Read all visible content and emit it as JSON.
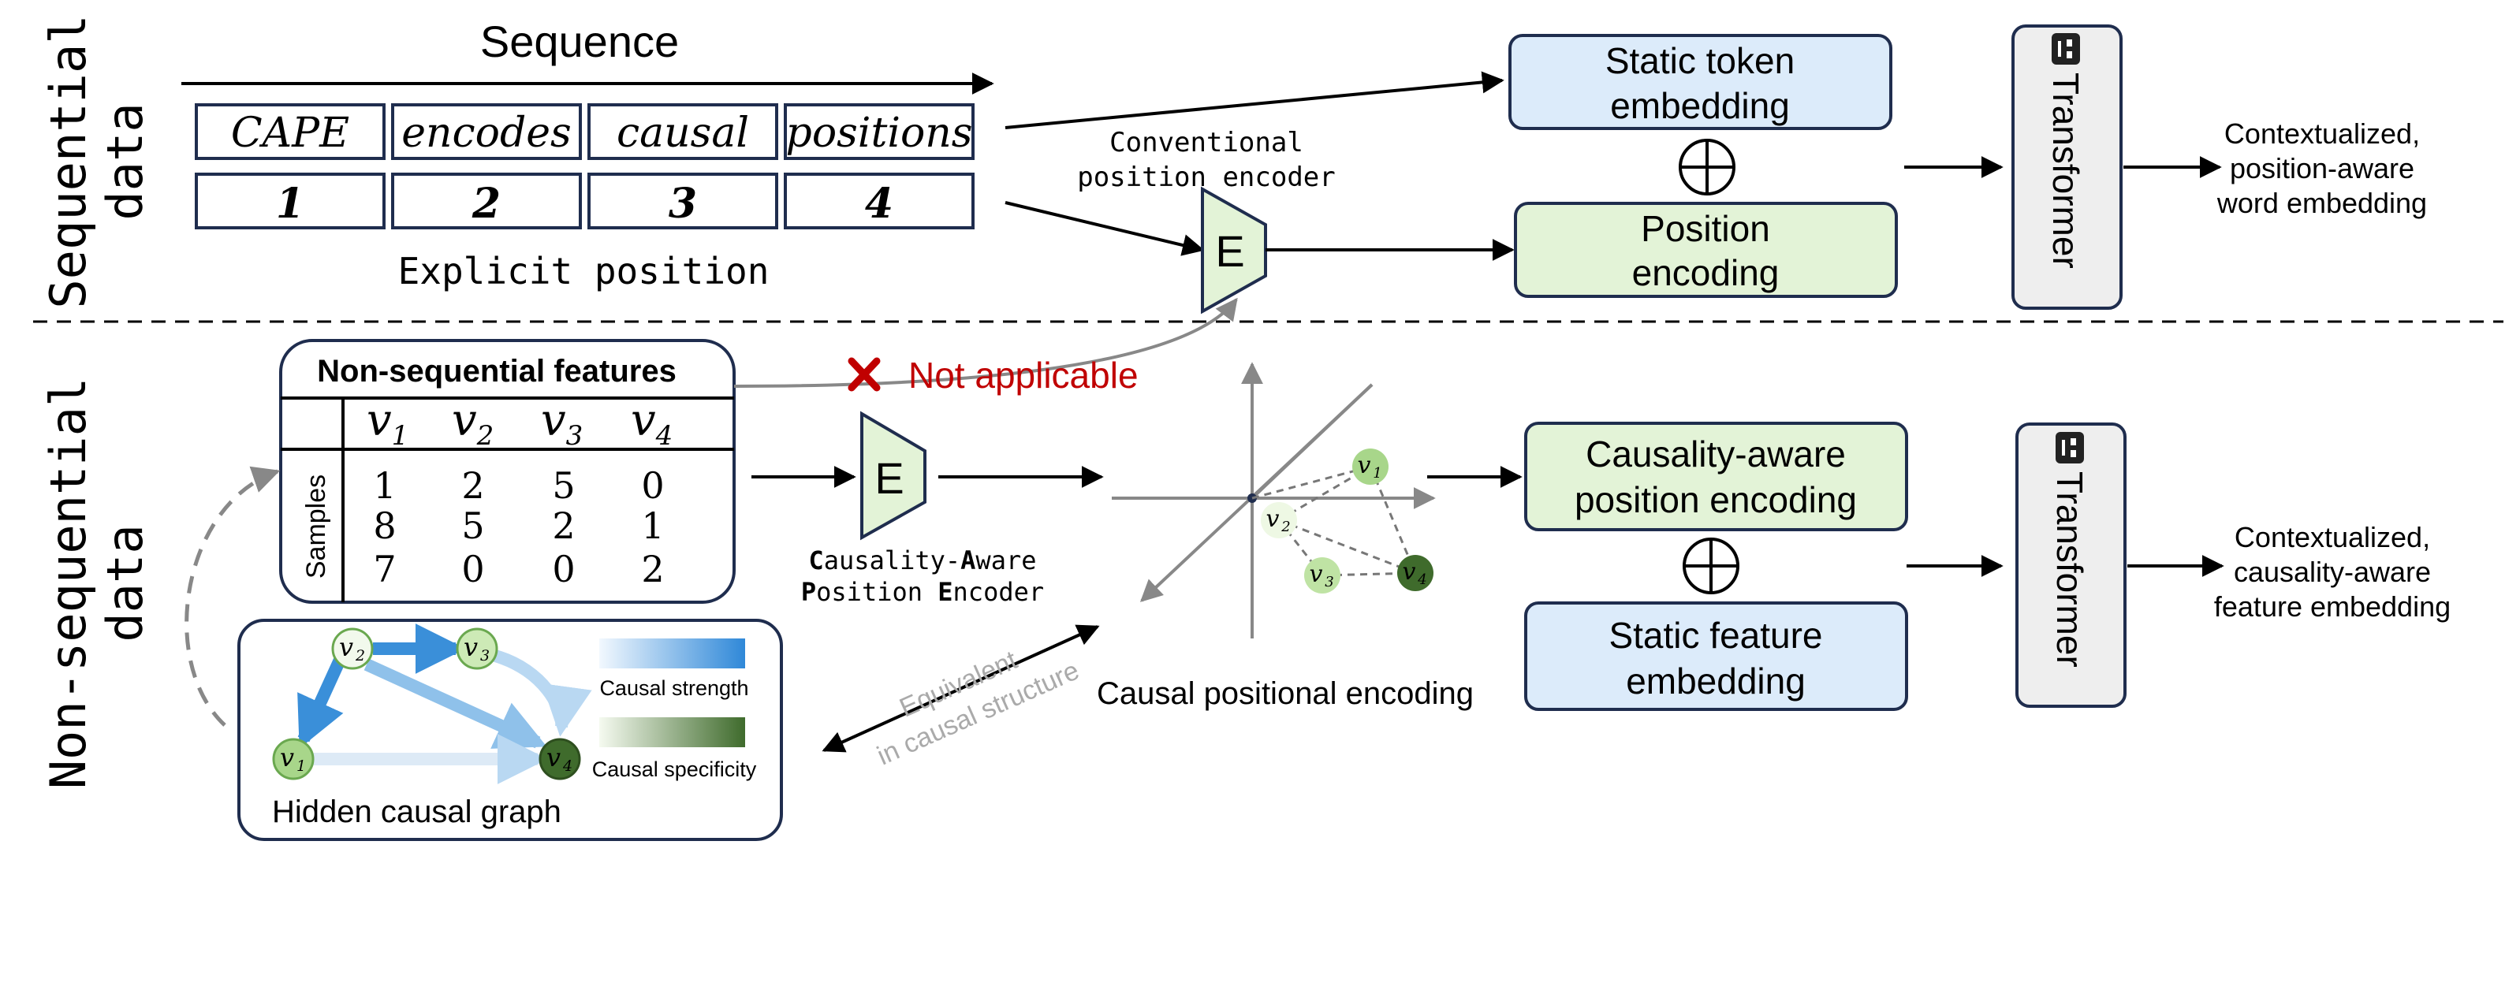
{
  "sequential": {
    "row_label_line1": "Sequential",
    "row_label_line2": "data",
    "sequence_title": "Sequence",
    "tokens": [
      "CAPE",
      "encodes",
      "causal",
      "positions"
    ],
    "positions": [
      "1",
      "2",
      "3",
      "4"
    ],
    "explicit_position_label": "Explicit position",
    "conventional_encoder_line1": "Conventional",
    "conventional_encoder_line2": "position encoder",
    "encoder_letter": "E",
    "static_token_line1": "Static token",
    "static_token_line2": "embedding",
    "position_encoding_line1": "Position",
    "position_encoding_line2": "encoding",
    "transformer_label": "Transformer",
    "output_line1": "Contextualized,",
    "output_line2": "position-aware",
    "output_line3": "word embedding"
  },
  "nonsequential": {
    "row_label_line1": "Non-sequential",
    "row_label_line2": "data",
    "features_title": "Non-sequential features",
    "feature_headers": [
      "v",
      "v",
      "v",
      "v"
    ],
    "feature_subscripts": [
      "1",
      "2",
      "3",
      "4"
    ],
    "samples_label": "Samples",
    "table_rows": [
      [
        "1",
        "2",
        "5",
        "0"
      ],
      [
        "8",
        "5",
        "2",
        "1"
      ],
      [
        "7",
        "0",
        "0",
        "2"
      ]
    ],
    "not_applicable": "Not applicable",
    "encoder_letter": "E",
    "cape_line1_b1": "C",
    "cape_line1_r1": "ausality-",
    "cape_line1_b2": "A",
    "cape_line1_r2": "ware",
    "cape_line2_b1": "P",
    "cape_line2_r1": "osition ",
    "cape_line2_b2": "E",
    "cape_line2_r2": "ncoder",
    "causal_pe_caption": "Causal positional encoding",
    "equivalent_line1": "Equivalent",
    "equivalent_line2": "in causal structure",
    "graph_nodes": [
      "v",
      "v",
      "v",
      "v"
    ],
    "graph_node_subscripts": [
      "2",
      "3",
      "1",
      "4"
    ],
    "causal_strength_label": "Causal strength",
    "causal_specificity_label": "Causal specificity",
    "hidden_graph_label": "Hidden causal graph",
    "causality_pe_line1": "Causality-aware",
    "causality_pe_line2": "position encoding",
    "static_feature_line1": "Static feature",
    "static_feature_line2": "embedding",
    "transformer_label": "Transformer",
    "output_line1": "Contextualized,",
    "output_line2": "causality-aware",
    "output_line3": "feature embedding"
  },
  "colors": {
    "blue_box": "#dcebfa",
    "green_box": "#e3f3d7",
    "gray_box": "#eeeeee",
    "box_border": "#1f2d4e",
    "red": "#c00000",
    "strength_blue": "#3a8fd9",
    "specificity_green": "#4e7a3a"
  },
  "icons": {
    "transformer_icon": "robot-mask-icon",
    "oplus_icon": "circled-plus-icon",
    "cross_icon": "red-x-icon"
  }
}
